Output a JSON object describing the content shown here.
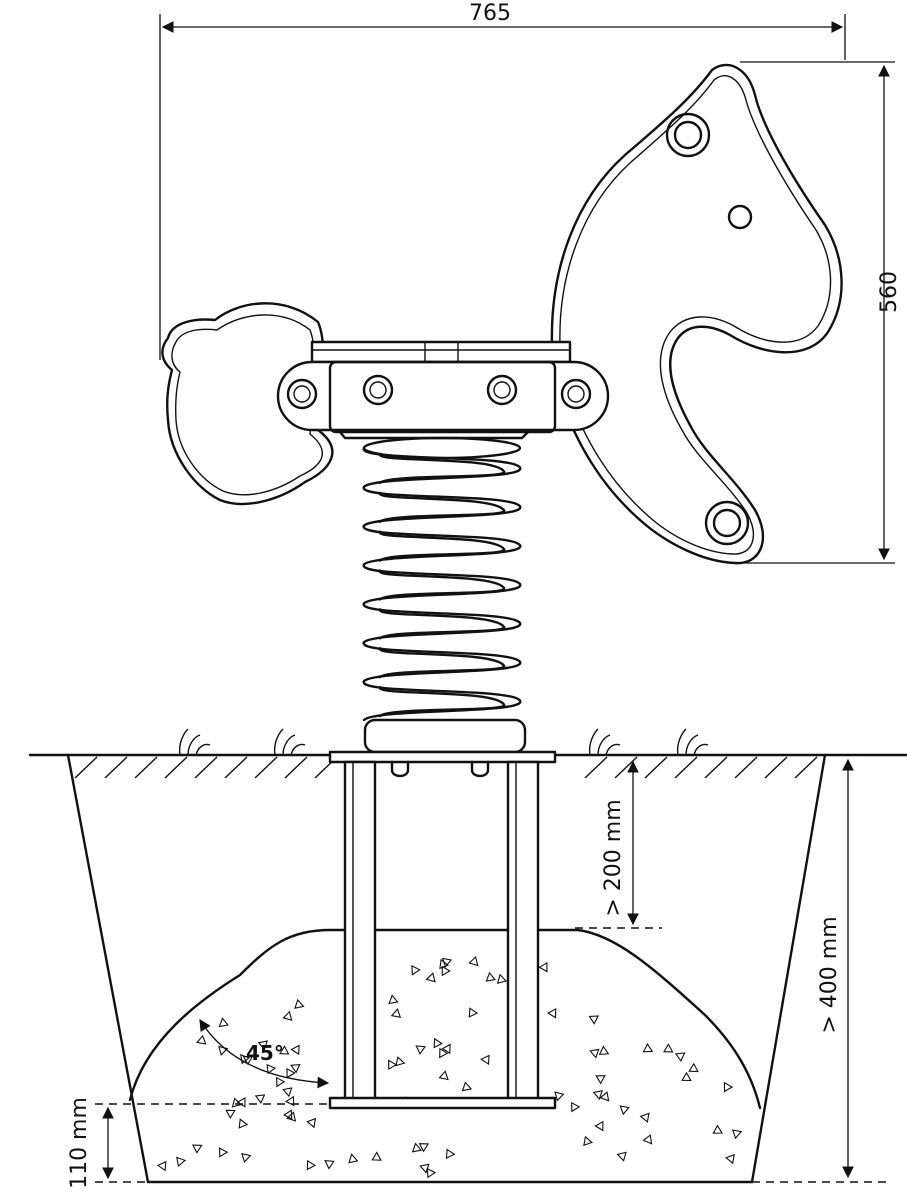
{
  "diagram": {
    "dimensions": {
      "width_label": "765",
      "height_label": "560",
      "upper_depth_label": "> 200 mm",
      "total_depth_label": "> 400 mm",
      "base_thickness_label": "110 mm",
      "slope_angle_label": "45°"
    },
    "colors": {
      "line": "#111111",
      "background": "#ffffff"
    }
  }
}
